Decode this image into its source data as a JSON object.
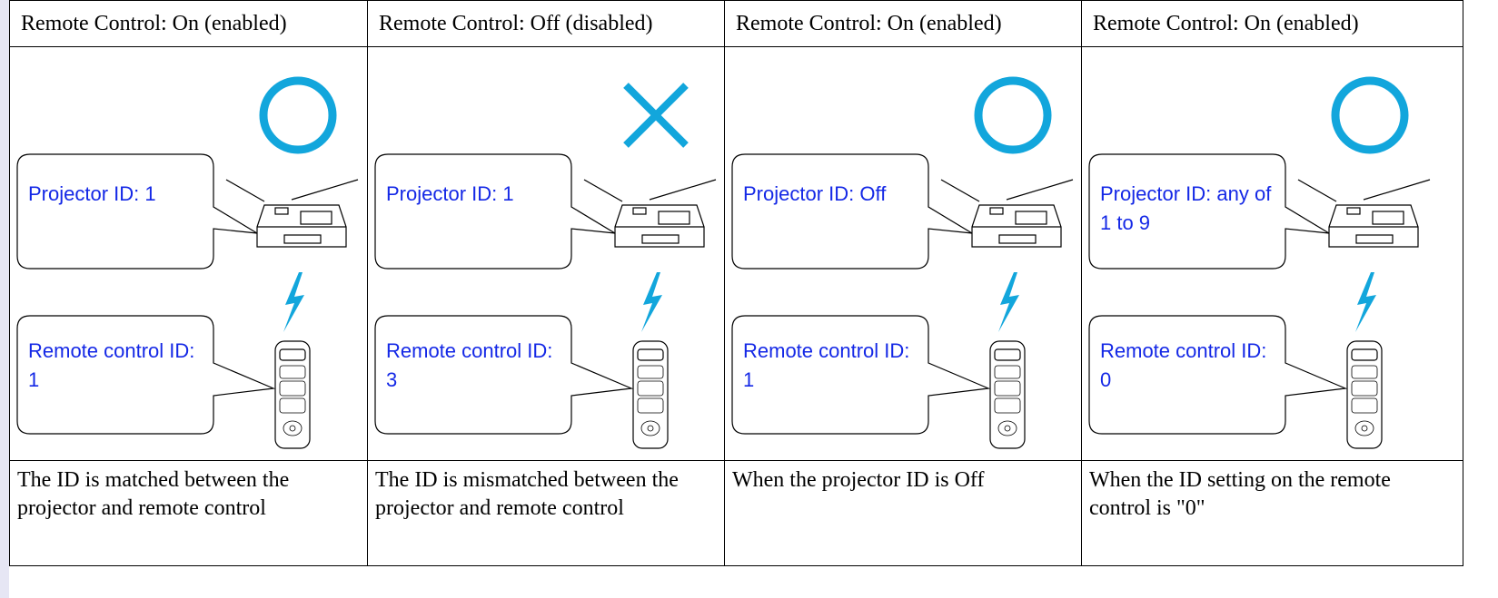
{
  "colors": {
    "label_text": "#1428e6",
    "accent_cyan": "#12a6dc",
    "page_margin": "#e6e6f4"
  },
  "columns": [
    {
      "header": "Remote Control: On (enabled)",
      "result_mark": "circle-icon",
      "projector_label": "Projector ID: 1",
      "remote_label": "Remote control ID: 1",
      "description": "The ID is matched between the projector and remote control"
    },
    {
      "header": "Remote Control: Off (disabled)",
      "result_mark": "cross-icon",
      "projector_label": "Projector ID: 1",
      "remote_label": "Remote control ID: 3",
      "description": "The ID is mismatched between the projector and remote control"
    },
    {
      "header": "Remote Control: On (enabled)",
      "result_mark": "circle-icon",
      "projector_label": "Projector ID: Off",
      "remote_label": "Remote control ID: 1",
      "description": "When the projector ID is Off"
    },
    {
      "header": "Remote Control: On (enabled)",
      "result_mark": "circle-icon",
      "projector_label": "Projector ID: any of 1 to 9",
      "remote_label": "Remote control ID: 0",
      "description": "When the ID setting on the remote control is \"0\""
    }
  ]
}
